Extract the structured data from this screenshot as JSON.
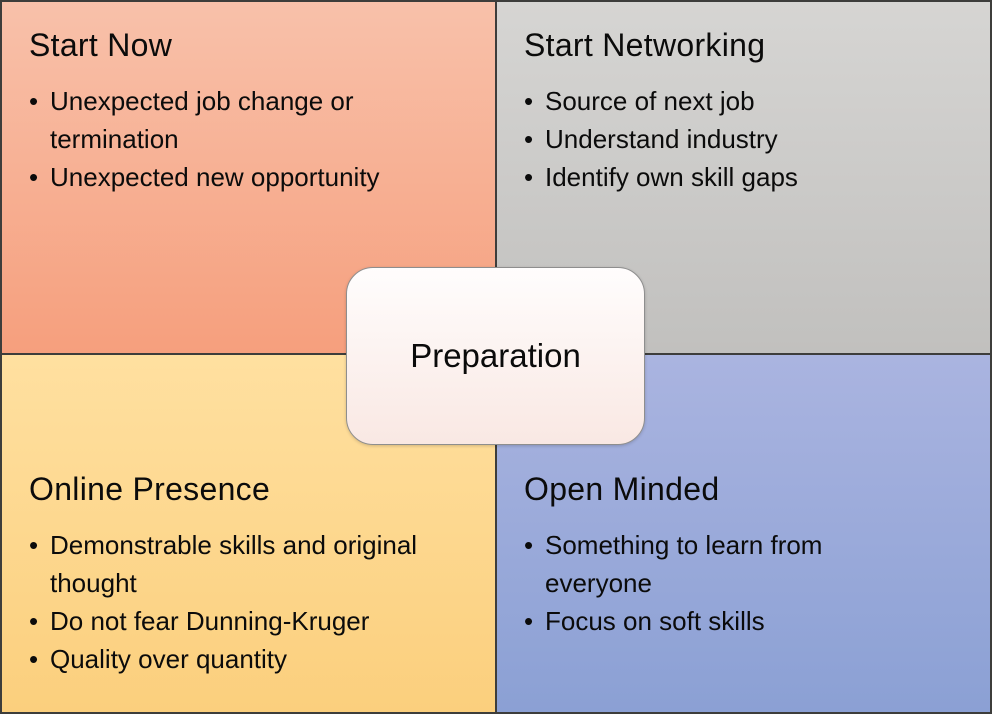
{
  "bullet_glyph": "•",
  "frame_color": "#3d3d3b",
  "center": {
    "label": "Preparation",
    "bg_top": "#fffdfd",
    "bg_bottom": "#f9e8e3",
    "border": "#8e8e8e"
  },
  "quadrants": {
    "top_left": {
      "title": "Start Now",
      "bullets": [
        "Unexpected job change or\ntermination",
        "Unexpected new opportunity"
      ],
      "bg_top": "#f8c1aa",
      "bg_bottom": "#f69f7d"
    },
    "top_right": {
      "title": "Start Networking",
      "bullets": [
        "Source of next job",
        "Understand industry",
        "Identify own skill gaps"
      ],
      "bg_top": "#d6d5d3",
      "bg_bottom": "#c1c0be"
    },
    "bottom_left": {
      "title": "Online Presence",
      "bullets": [
        "Demonstrable skills and original\nthought",
        "Do not fear Dunning-Kruger",
        "Quality over quantity"
      ],
      "bg_top": "#ffe0a0",
      "bg_bottom": "#fbcf7d"
    },
    "bottom_right": {
      "title": "Open Minded",
      "bullets": [
        "Something to learn from\neveryone",
        "Focus on soft skills"
      ],
      "bg_top": "#aab4e0",
      "bg_bottom": "#8ba0d4"
    }
  }
}
